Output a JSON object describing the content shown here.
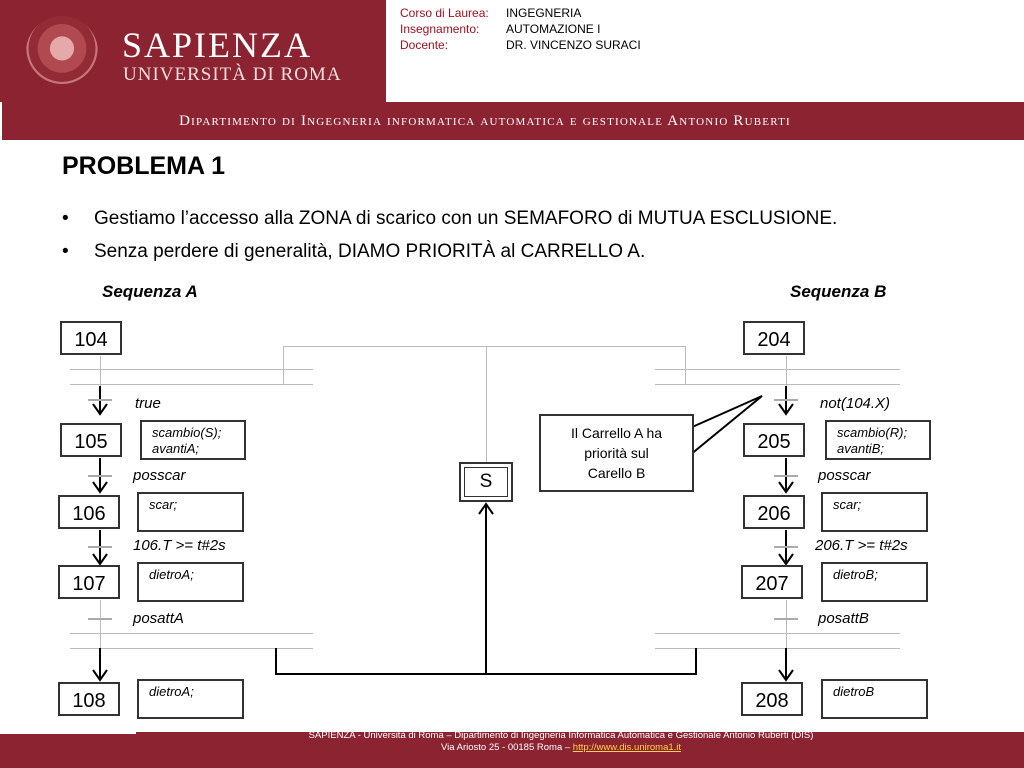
{
  "header": {
    "logo_name": "SAPIENZA",
    "logo_sub": "UNIVERSITÀ DI ROMA",
    "corso_label": "Corso di Laurea:",
    "corso_value": "INGEGNERIA",
    "insegnamento_label": "Insegnamento:",
    "insegnamento_value": "AUTOMAZIONE I",
    "docente_label": "Docente:",
    "docente_value": "DR. VINCENZO SURACI",
    "department": "Dipartimento di Ingegneria informatica automatica e gestionale Antonio Ruberti"
  },
  "slide": {
    "title": "PROBLEMA 1",
    "bullets": [
      "Gestiamo l’accesso alla ZONA di scarico con un SEMAFORO di MUTUA ESCLUSIONE.",
      "Senza perdere di generalità, DIAMO PRIORITÀ al CARRELLO A."
    ],
    "bullet_symbol": "•"
  },
  "diagram": {
    "seq_a_label": "Sequenza A",
    "seq_b_label": "Sequenza B",
    "seq_a": {
      "steps": [
        "104",
        "105",
        "106",
        "107",
        "108"
      ],
      "actions": [
        "scambio(S);\navantiA;",
        "scar;",
        "dietroA;",
        "dietroA;"
      ],
      "conditions": [
        "true",
        "posscar",
        "106.T >= t#2s",
        "posattA"
      ]
    },
    "seq_b": {
      "steps": [
        "204",
        "205",
        "206",
        "207",
        "208"
      ],
      "actions": [
        "scambio(R);\navantiB;",
        "scar;",
        "dietroB;",
        "dietroB"
      ],
      "conditions": [
        "not(104.X)",
        "posscar",
        "206.T >= t#2s",
        "posattB"
      ]
    },
    "semaphore_label": "S",
    "callout_text": "Il Carrello A ha\npriorità sul\nCarello B"
  },
  "footer": {
    "line1": "SAPIENZA - Università di Roma – Dipartimento di Ingegneria Informatica Automatica e Gestionale Antonio Ruberti (DIS)",
    "line2_prefix": "Via Ariosto 25 - 00185 Roma – ",
    "link": "http://www.dis.uniroma1.it"
  }
}
